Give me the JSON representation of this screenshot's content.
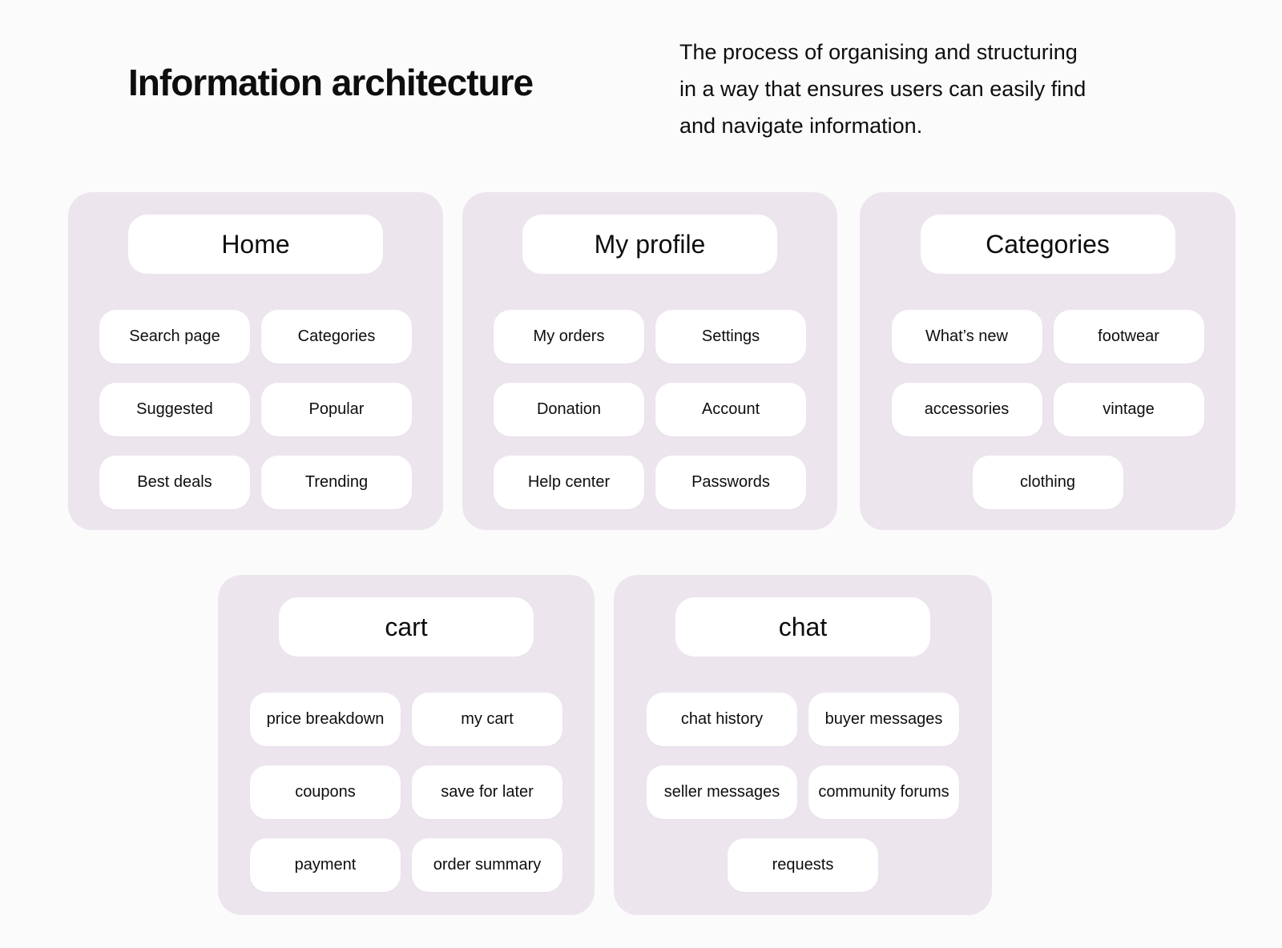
{
  "page": {
    "title": "Information architecture",
    "description_lines": [
      "The process of organising and structuring",
      "in a way that ensures users can easily find",
      "and navigate information."
    ]
  },
  "colors": {
    "page_bg": "#FCFBFC",
    "card_bg": "#ECE5EE",
    "box_bg": "#FFFFFF",
    "text": "#0E0E0E"
  },
  "cards": [
    {
      "title": "Home",
      "items": [
        "Search page",
        "Categories",
        "Suggested",
        "Popular",
        "Best deals",
        "Trending"
      ]
    },
    {
      "title": "My profile",
      "items": [
        "My orders",
        "Settings",
        "Donation",
        "Account",
        "Help center",
        "Passwords"
      ]
    },
    {
      "title": "Categories",
      "items": [
        "What’s new",
        "footwear",
        "accessories",
        "vintage",
        "clothing"
      ]
    },
    {
      "title": "cart",
      "items": [
        "price breakdown",
        "my cart",
        "coupons",
        "save for later",
        "payment",
        "order summary"
      ]
    },
    {
      "title": "chat",
      "items": [
        "chat history",
        "buyer messages",
        "seller messages",
        "community forums",
        "requests"
      ]
    }
  ]
}
